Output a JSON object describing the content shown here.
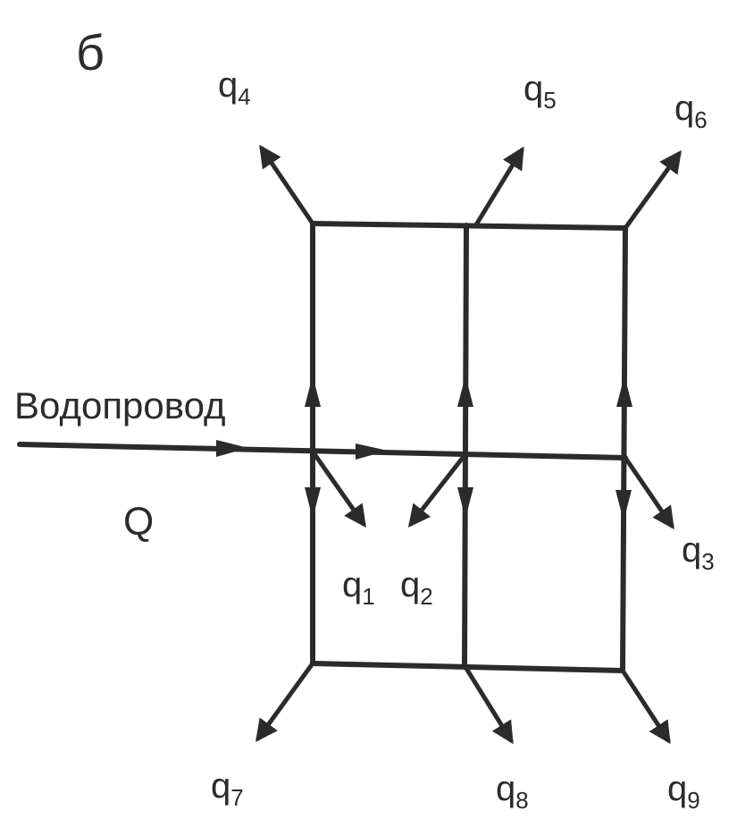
{
  "panel_letter": "б",
  "supply": {
    "label": "Водопровод",
    "flow_label": "Q"
  },
  "outlets": [
    {
      "id": "q1",
      "base": "q",
      "sub": "1"
    },
    {
      "id": "q2",
      "base": "q",
      "sub": "2"
    },
    {
      "id": "q3",
      "base": "q",
      "sub": "3"
    },
    {
      "id": "q4",
      "base": "q",
      "sub": "4"
    },
    {
      "id": "q5",
      "base": "q",
      "sub": "5"
    },
    {
      "id": "q6",
      "base": "q",
      "sub": "6"
    },
    {
      "id": "q7",
      "base": "q",
      "sub": "7"
    },
    {
      "id": "q8",
      "base": "q",
      "sub": "8"
    },
    {
      "id": "q9",
      "base": "q",
      "sub": "9"
    }
  ]
}
